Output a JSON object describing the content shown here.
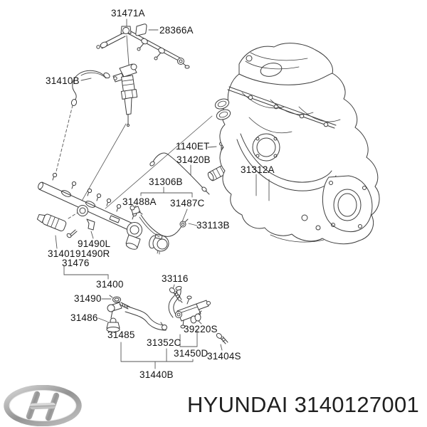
{
  "image_type": "parts-catalog-diagram",
  "colors": {
    "background": "#ffffff",
    "line": "#3d3d3d",
    "label_text": "#141414",
    "footer_text": "#1f1f1f",
    "logo_silver": "#a9a9a9"
  },
  "diagram": {
    "description": "Hyundai fuel injection system exploded parts diagram",
    "labels": [
      {
        "id": "31471A",
        "text": "31471A"
      },
      {
        "id": "28366A",
        "text": "28366A"
      },
      {
        "id": "31410B",
        "text": "31410B"
      },
      {
        "id": "1140ET",
        "text": "1140ET"
      },
      {
        "id": "31420B",
        "text": "31420B"
      },
      {
        "id": "31312A",
        "text": "31312A"
      },
      {
        "id": "31306B",
        "text": "31306B"
      },
      {
        "id": "31488A",
        "text": "31488A"
      },
      {
        "id": "31487C",
        "text": "31487C"
      },
      {
        "id": "33113B",
        "text": "33113B"
      },
      {
        "id": "91490L",
        "text": "91490L"
      },
      {
        "id": "31401",
        "text": "31401"
      },
      {
        "id": "91490R",
        "text": "91490R"
      },
      {
        "id": "31476",
        "text": "31476"
      },
      {
        "id": "31400",
        "text": "31400"
      },
      {
        "id": "33116",
        "text": "33116"
      },
      {
        "id": "31490",
        "text": "31490"
      },
      {
        "id": "31486",
        "text": "31486"
      },
      {
        "id": "31485",
        "text": "31485"
      },
      {
        "id": "31352C",
        "text": "31352C"
      },
      {
        "id": "39220S",
        "text": "39220S"
      },
      {
        "id": "31450D",
        "text": "31450D"
      },
      {
        "id": "31404S",
        "text": "31404S"
      },
      {
        "id": "31440B",
        "text": "31440B"
      }
    ]
  },
  "footer": {
    "logo_icon": "hyundai-logo",
    "brand": "HYUNDAI",
    "part_number": "3140127001"
  }
}
